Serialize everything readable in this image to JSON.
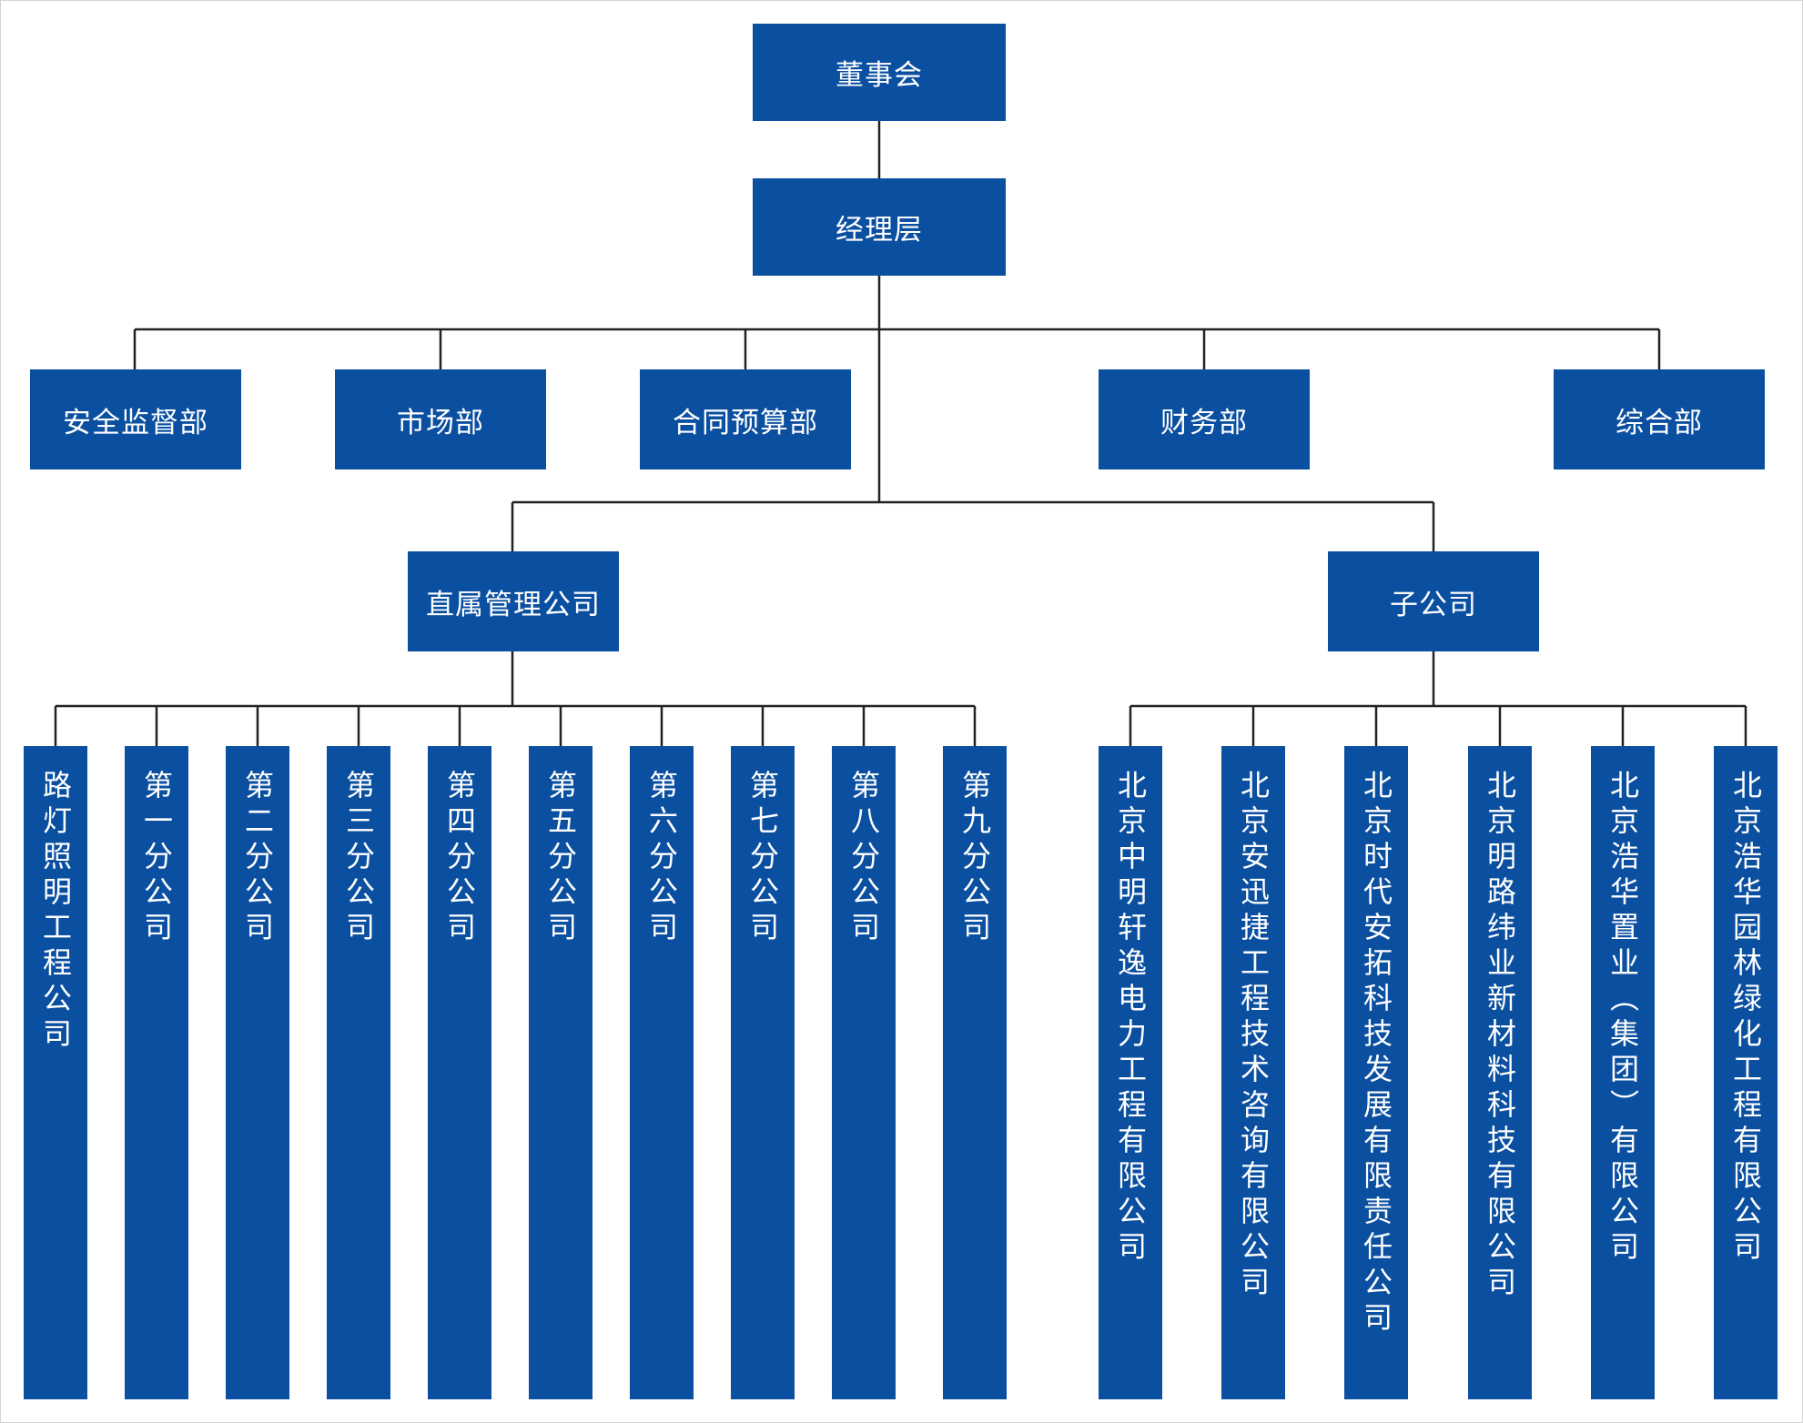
{
  "board": "董事会",
  "management": "经理层",
  "departments": [
    "安全监督部",
    "市场部",
    "合同预算部",
    "财务部",
    "综合部"
  ],
  "groups": {
    "direct": {
      "label": "直属管理公司",
      "units": [
        "路灯照明工程公司",
        "第一分公司",
        "第二分公司",
        "第三分公司",
        "第四分公司",
        "第五分公司",
        "第六分公司",
        "第七分公司",
        "第八分公司",
        "第九分公司"
      ]
    },
    "subsidiary": {
      "label": "子公司",
      "units": [
        "北京中明轩逸电力工程有限公司",
        "北京安迅捷工程技术咨询有限公司",
        "北京时代安拓科技发展有限责任公司",
        "北京明路纬业新材料科技有限公司",
        "北京浩华置业（集团）有限公司",
        "北京浩华园林绿化工程有限公司"
      ]
    }
  },
  "colors": {
    "box": "#0a4fa0",
    "line": "#222222",
    "text": "#ffffff"
  }
}
